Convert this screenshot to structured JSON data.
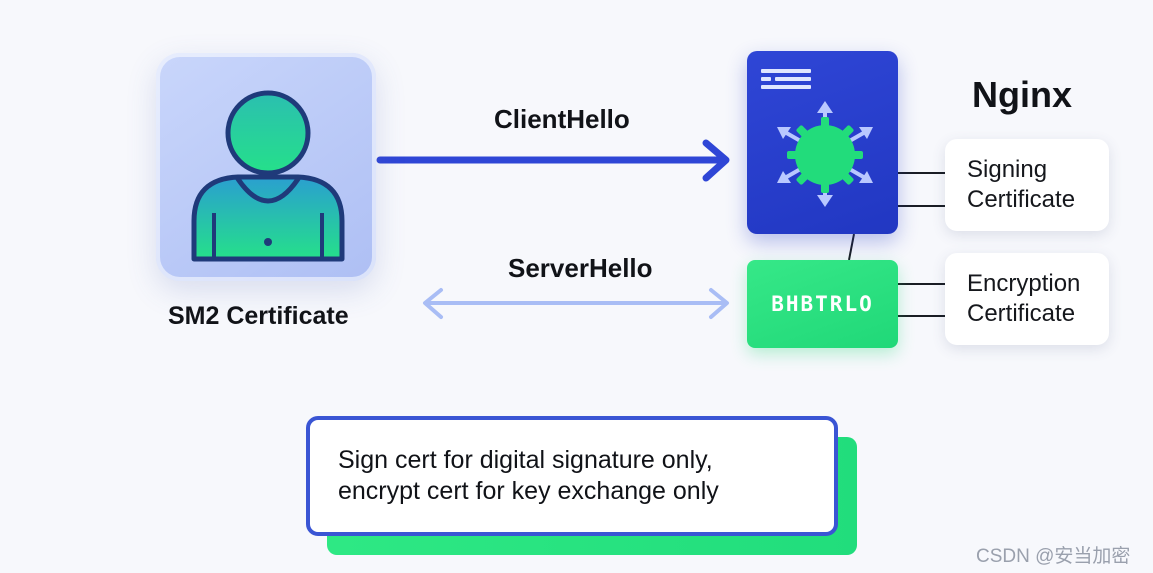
{
  "client": {
    "label": "SM2 Certificate"
  },
  "messages": {
    "client_hello": "ClientHello",
    "server_hello": "ServerHello"
  },
  "server": {
    "title": "Nginx",
    "cipher_text": "BHBTRLO",
    "signing_cert": [
      "Signing",
      "Certificate"
    ],
    "encryption_cert": [
      "Encryption",
      "Certificate"
    ]
  },
  "note": {
    "lines": [
      "Sign cert for digital signature only,",
      "encrypt cert for key exchange only"
    ]
  },
  "watermark": "CSDN @安当加密",
  "colors": {
    "accent_blue": "#2f46d6",
    "accent_green": "#22dc7b",
    "light_arrow": "#a9bdf5",
    "background": "#f7f8fc"
  }
}
